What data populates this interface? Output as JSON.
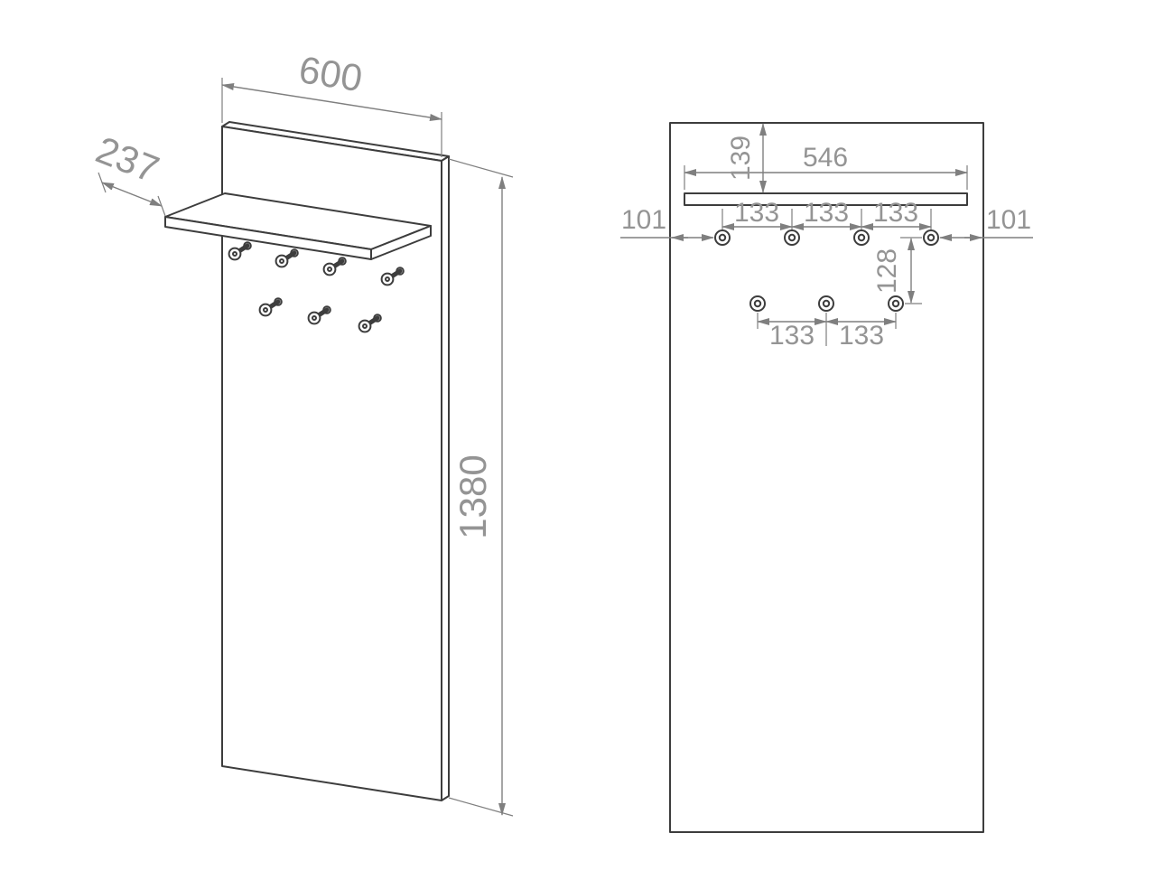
{
  "page": {
    "background": "#ffffff"
  },
  "drawing": {
    "subject": "wall-panel coat rack with shelf and hooks, dimensioned technical drawing",
    "colors": {
      "object_line": "#3d3d3d",
      "dimension_line": "#7f7f7f",
      "dimension_text": "#949494",
      "background": "#ffffff"
    },
    "views": [
      {
        "id": "perspective-view",
        "hooks_top_row": 4,
        "hooks_bottom_row": 3
      },
      {
        "id": "front-view",
        "hooks_top_row": 4,
        "hooks_bottom_row": 3
      }
    ],
    "labels": {
      "width": "600",
      "shelf_depth": "237",
      "height": "1380",
      "shelf_top_offset": "139",
      "shelf_width": "546",
      "left_margin": "101",
      "right_margin": "101",
      "top_hook_gaps": [
        "133",
        "133",
        "133"
      ],
      "row_spacing": "128",
      "bottom_hook_gaps": [
        "133",
        "133"
      ]
    }
  }
}
